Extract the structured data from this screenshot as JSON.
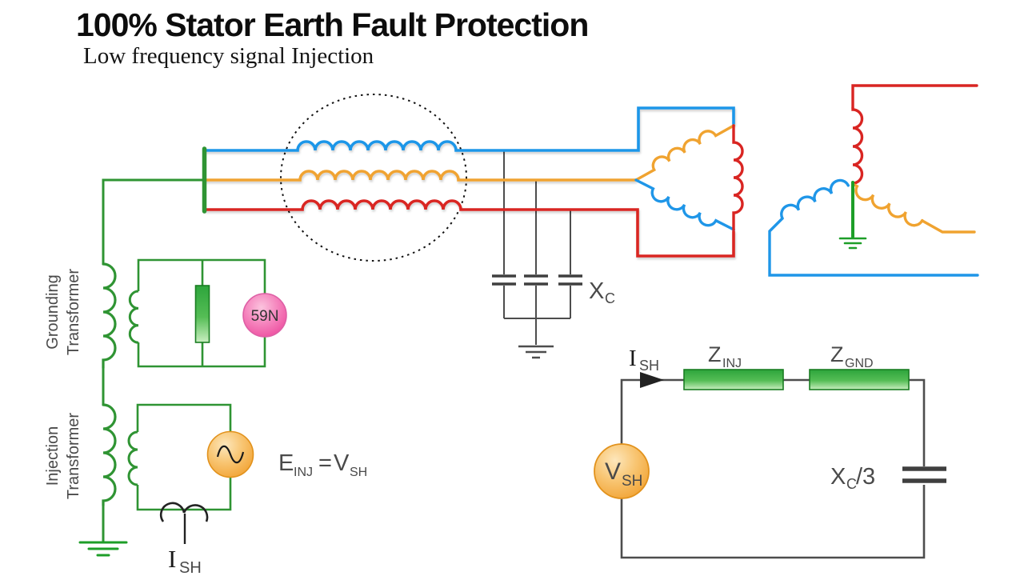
{
  "header": {
    "title": "100% Stator Earth Fault Protection",
    "subtitle": "Low frequency signal Injection"
  },
  "labels": {
    "grounding": [
      "Grounding",
      "Transformer"
    ],
    "injection": [
      "Injection",
      "Transformer"
    ],
    "relay": "59N",
    "capacitor_bank": {
      "main": "X",
      "sub": "C"
    },
    "injection_emf": {
      "e": "E",
      "e_sub": "INJ",
      "eq": "=",
      "v": "V",
      "v_sub": "SH"
    },
    "ct_current": {
      "main": "I",
      "sub": "SH"
    }
  },
  "equivalent": {
    "current": {
      "main": "I",
      "sub": "SH"
    },
    "z_inj": {
      "main": "Z",
      "sub": "INJ"
    },
    "z_gnd": {
      "main": "Z",
      "sub": "GND"
    },
    "source": {
      "main": "V",
      "sub": "SH"
    },
    "capacitor": {
      "main": "X",
      "sub": "C",
      "suffix": "/3"
    }
  },
  "colors": {
    "phase_blue": "#1f96e8",
    "phase_orange": "#f0a330",
    "phase_red": "#d92522",
    "circuit_green": "#2f9433",
    "wire_gray": "#4d4d4d",
    "relay_pink": "#ec3e97",
    "source_orange": "#f09c28",
    "label_gray": "#4a4a4a"
  }
}
